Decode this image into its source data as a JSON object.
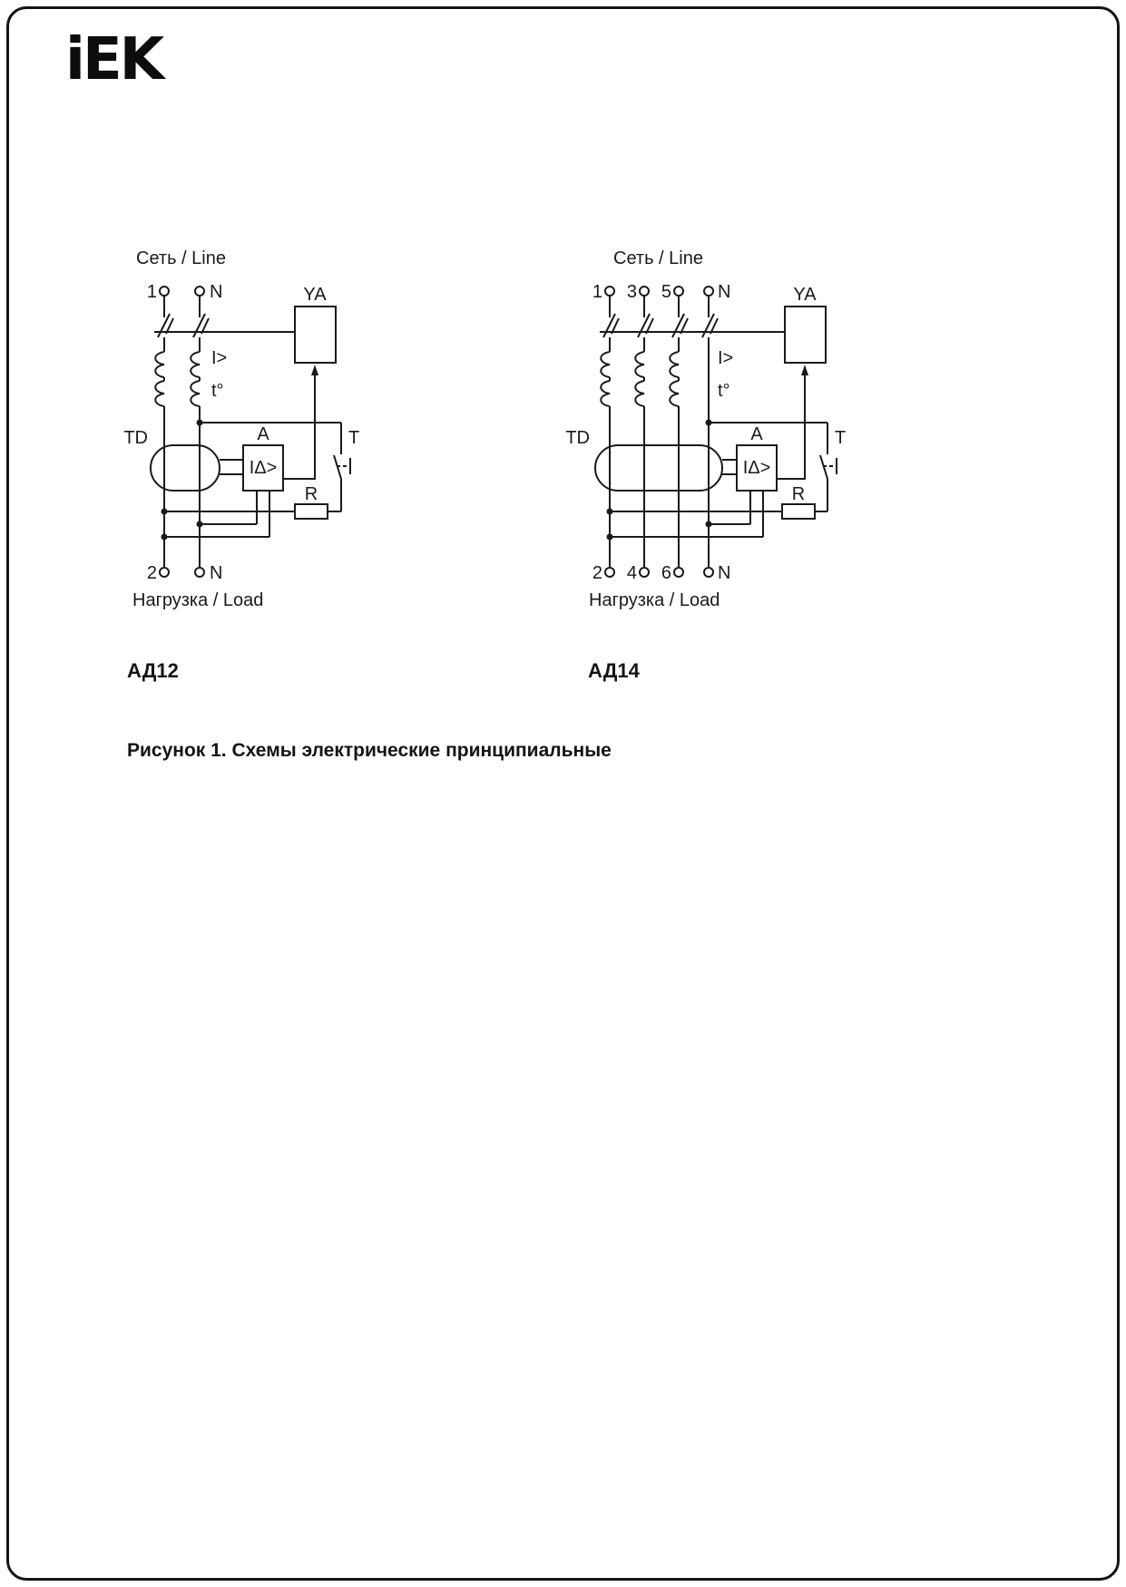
{
  "logo": {
    "text": "iEK"
  },
  "figure": {
    "caption": "Рисунок 1. Схемы электрические принципиальные",
    "diagrams": [
      {
        "model": "АД12",
        "line_label": "Сеть / Line",
        "load_label": "Нагрузка / Load",
        "top_terminals": [
          "1",
          "N"
        ],
        "bottom_terminals": [
          "2",
          "N"
        ],
        "labels": {
          "trip_coil": "YA",
          "overcurrent": "I>",
          "thermal": "t°",
          "transformer": "TD",
          "amplifier": "A",
          "diff_current": "IΔ>",
          "test": "T",
          "resistor": "R"
        }
      },
      {
        "model": "АД14",
        "line_label": "Сеть / Line",
        "load_label": "Нагрузка / Load",
        "top_terminals": [
          "1",
          "3",
          "5",
          "N"
        ],
        "bottom_terminals": [
          "2",
          "4",
          "6",
          "N"
        ],
        "labels": {
          "trip_coil": "YA",
          "overcurrent": "I>",
          "thermal": "t°",
          "transformer": "TD",
          "amplifier": "A",
          "diff_current": "IΔ>",
          "test": "T",
          "resistor": "R"
        }
      }
    ]
  }
}
